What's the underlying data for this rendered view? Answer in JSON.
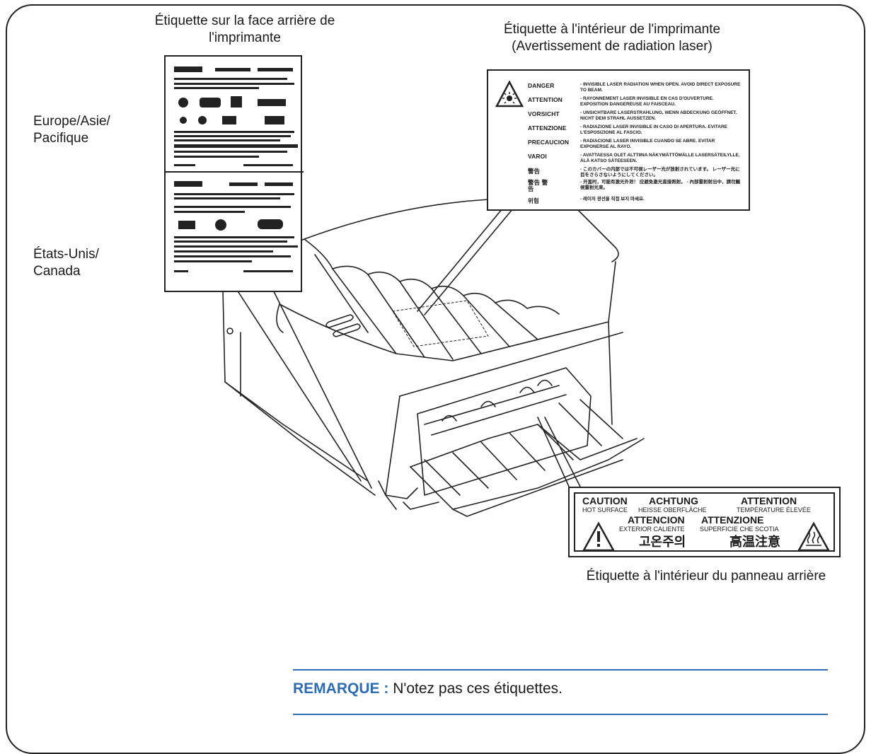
{
  "captions": {
    "back_label": "Étiquette sur la face arrière de l'imprimante",
    "laser_label": "Étiquette à l'intérieur de l'imprimante (Avertissement de radiation laser)",
    "rear_panel_label": "Étiquette à l'intérieur du panneau arrière"
  },
  "regions": {
    "europe": "Europe/Asie/ Pacifique",
    "usa": "États-Unis/ Canada"
  },
  "laser_label": {
    "rows": [
      {
        "lang": "DANGER",
        "text": "- INVISIBLE LASER RADIATION WHEN OPEN. AVOID DIRECT EXPOSURE TO BEAM."
      },
      {
        "lang": "ATTENTION",
        "text": "- RAYONNEMENT LASER INVISIBLE EN CAS D'OUVERTURE. EXPOSITION DANGEREUSE AU FAISCEAU."
      },
      {
        "lang": "VORSICHT",
        "text": "- UNSICHTBARE LASERSTRAHLUNG, WENN ABDECKUNG GEÖFFNET. NICHT DEM STRAHL AUSSETZEN."
      },
      {
        "lang": "ATTENZIONE",
        "text": "- RADIAZIONE LASER INVISIBLE IN CASO DI APERTURA. EVITARE L'ESPOSIZIONE AL FASCIO."
      },
      {
        "lang": "PRECAUCION",
        "text": "- RADIACIONE LASER INVISIBLE CUANDO SE ABRE. EVITAR EXPONERSE AL RAYO."
      },
      {
        "lang": "VAROI",
        "text": "- AVATTAESSA OLET ALTTIINA NÄKYMÄTTÖMÄLLE LASERSÄTEILYLLE. ÄLÄ KATSO SÄTEESEEN."
      },
      {
        "lang": "警告",
        "text": "- このカバーの内部では不可視レーザー光が放射されています。 レーザー光に目をさらさないようにしてください。"
      },
      {
        "lang": "警告 警告",
        "text": "- 开盖时，可能有激光外泄！ 应避免激光直接照射。 - 內部雷射射出中，請勿觸視雷射光束。"
      },
      {
        "lang": "위험",
        "text": "- 레이저 광선을 직접 보지 마세요."
      }
    ]
  },
  "hot_label": {
    "caution": "CAUTION",
    "caution_sub": "HOT SURFACE",
    "achtung": "ACHTUNG",
    "achtung_sub": "HEISSE OBERFLÄCHE",
    "attention": "ATTENTION",
    "attention_sub": "TEMPÉRATURE ÉLEVÉE",
    "atencion": "ATTENCION",
    "atencion_sub": "EXTERIOR CALIENTE",
    "attenzione": "ATTENZIONE",
    "attenzione_sub": "SUPERFICIE CHE SCOTIA",
    "korean": "고온주의",
    "chinese": "高温注意"
  },
  "note": {
    "keyword": "REMARQUE :",
    "text": "N'otez pas ces étiquettes."
  }
}
